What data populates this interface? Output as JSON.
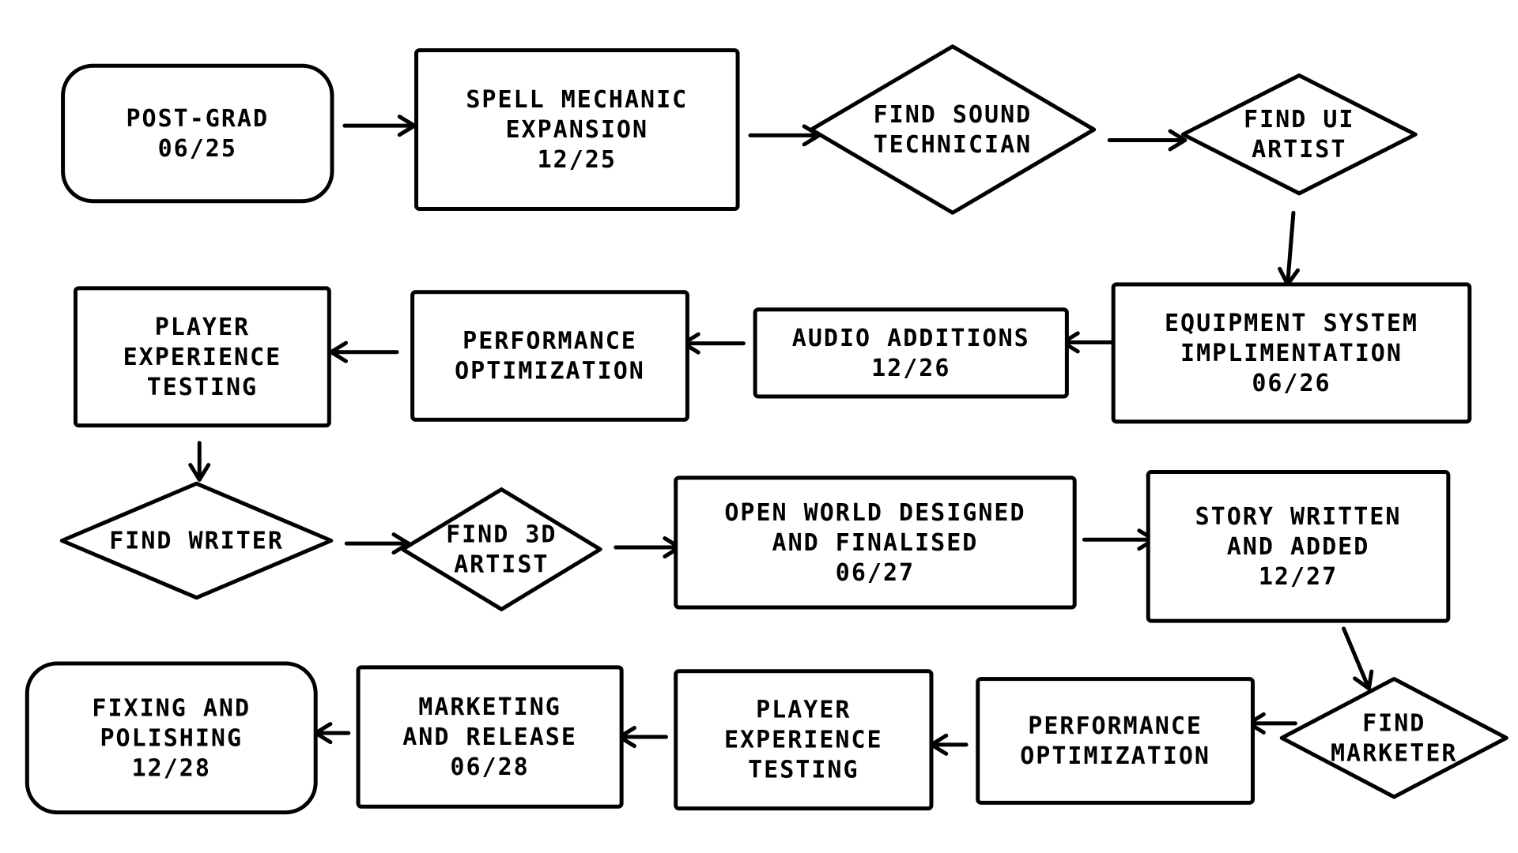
{
  "nodes": [
    {
      "id": "post-grad",
      "shape": "rounded",
      "lines": [
        "POST-GRAD",
        "06/25"
      ]
    },
    {
      "id": "spell-mechanic-expansion",
      "shape": "rect",
      "lines": [
        "SPELL MECHANIC",
        "EXPANSION",
        "12/25"
      ]
    },
    {
      "id": "find-sound-technician",
      "shape": "diamond",
      "lines": [
        "FIND SOUND",
        "TECHNICIAN"
      ]
    },
    {
      "id": "find-ui-artist",
      "shape": "diamond",
      "lines": [
        "FIND UI",
        "ARTIST"
      ]
    },
    {
      "id": "equipment-system-implimentation",
      "shape": "rect",
      "lines": [
        "EQUIPMENT SYSTEM",
        "IMPLIMENTATION",
        "06/26"
      ]
    },
    {
      "id": "audio-additions",
      "shape": "rect",
      "lines": [
        "AUDIO ADDITIONS",
        "12/26"
      ]
    },
    {
      "id": "performance-optimization-1",
      "shape": "rect",
      "lines": [
        "PERFORMANCE",
        "OPTIMIZATION"
      ]
    },
    {
      "id": "player-experience-testing-1",
      "shape": "rect",
      "lines": [
        "PLAYER",
        "EXPERIENCE",
        "TESTING"
      ]
    },
    {
      "id": "find-writer",
      "shape": "diamond",
      "lines": [
        "FIND WRITER"
      ]
    },
    {
      "id": "find-3d-artist",
      "shape": "diamond",
      "lines": [
        "FIND 3D",
        "ARTIST"
      ]
    },
    {
      "id": "open-world-designed",
      "shape": "rect",
      "lines": [
        "OPEN WORLD DESIGNED",
        "AND FINALISED",
        "06/27"
      ]
    },
    {
      "id": "story-written",
      "shape": "rect",
      "lines": [
        "STORY WRITTEN",
        "AND ADDED",
        "12/27"
      ]
    },
    {
      "id": "find-marketer",
      "shape": "diamond",
      "lines": [
        "FIND",
        "MARKETER"
      ]
    },
    {
      "id": "performance-optimization-2",
      "shape": "rect",
      "lines": [
        "PERFORMANCE",
        "OPTIMIZATION"
      ]
    },
    {
      "id": "player-experience-testing-2",
      "shape": "rect",
      "lines": [
        "PLAYER",
        "EXPERIENCE",
        "TESTING"
      ]
    },
    {
      "id": "marketing-and-release",
      "shape": "rect",
      "lines": [
        "MARKETING",
        "AND RELEASE",
        "06/28"
      ]
    },
    {
      "id": "fixing-and-polishing",
      "shape": "rounded",
      "lines": [
        "FIXING AND",
        "POLISHING",
        "12/28"
      ]
    }
  ],
  "edges": [
    {
      "from": "post-grad",
      "to": "spell-mechanic-expansion"
    },
    {
      "from": "spell-mechanic-expansion",
      "to": "find-sound-technician"
    },
    {
      "from": "find-sound-technician",
      "to": "find-ui-artist"
    },
    {
      "from": "find-ui-artist",
      "to": "equipment-system-implimentation"
    },
    {
      "from": "equipment-system-implimentation",
      "to": "audio-additions"
    },
    {
      "from": "audio-additions",
      "to": "performance-optimization-1"
    },
    {
      "from": "performance-optimization-1",
      "to": "player-experience-testing-1"
    },
    {
      "from": "player-experience-testing-1",
      "to": "find-writer"
    },
    {
      "from": "find-writer",
      "to": "find-3d-artist"
    },
    {
      "from": "find-3d-artist",
      "to": "open-world-designed"
    },
    {
      "from": "open-world-designed",
      "to": "story-written"
    },
    {
      "from": "story-written",
      "to": "find-marketer"
    },
    {
      "from": "find-marketer",
      "to": "performance-optimization-2"
    },
    {
      "from": "performance-optimization-2",
      "to": "player-experience-testing-2"
    },
    {
      "from": "player-experience-testing-2",
      "to": "marketing-and-release"
    },
    {
      "from": "marketing-and-release",
      "to": "fixing-and-polishing"
    }
  ],
  "colors": {
    "stroke": "#000000",
    "fill": "#ffffff",
    "text": "#000000"
  }
}
